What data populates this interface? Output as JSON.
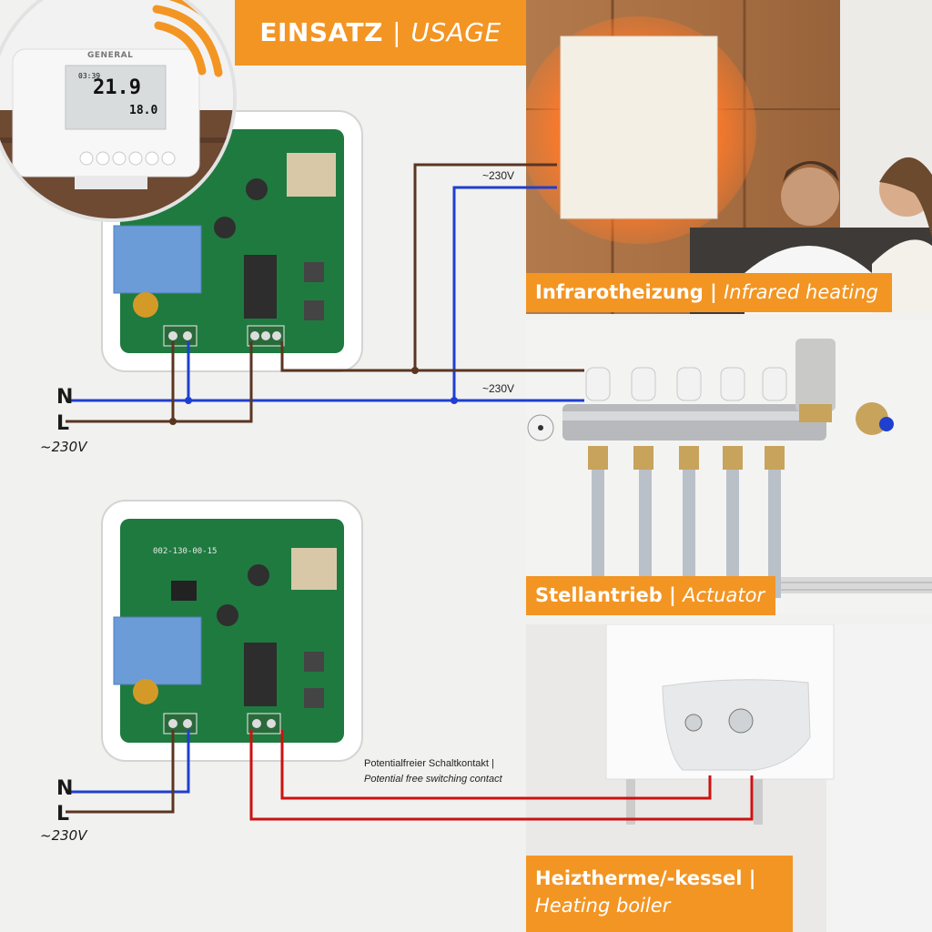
{
  "header": {
    "title_de": "EINSATZ",
    "separator": "|",
    "title_en": "USAGE"
  },
  "thermostat": {
    "brand": "GENERAL",
    "time": "03:39",
    "temp_main": "21.9",
    "temp_set": "18.0"
  },
  "panels": {
    "infrared": {
      "label_de": "Infrarotheizung",
      "separator": "|",
      "label_en": "Infrared heating"
    },
    "actuator": {
      "label_de": "Stellantrieb",
      "separator": "|",
      "label_en": "Actuator"
    },
    "boiler": {
      "label_de": "Heiztherme/-kessel",
      "separator": "|",
      "label_en": "Heating boiler"
    }
  },
  "wiring": {
    "voltage_top": "~230V",
    "voltage_mid": "~230V",
    "n_label": "N",
    "l_label": "L",
    "supply_voltage": "~230V",
    "contact_de": "Potentialfreier Schaltkontakt |",
    "contact_en": "Potential free switching contact"
  },
  "board": {
    "model": "002-130-00-15"
  },
  "colors": {
    "accent": "#f39523",
    "neutral_wire": "#1f3fcf",
    "live_wire": "#5a3522",
    "contact_wire": "#cc1111"
  }
}
